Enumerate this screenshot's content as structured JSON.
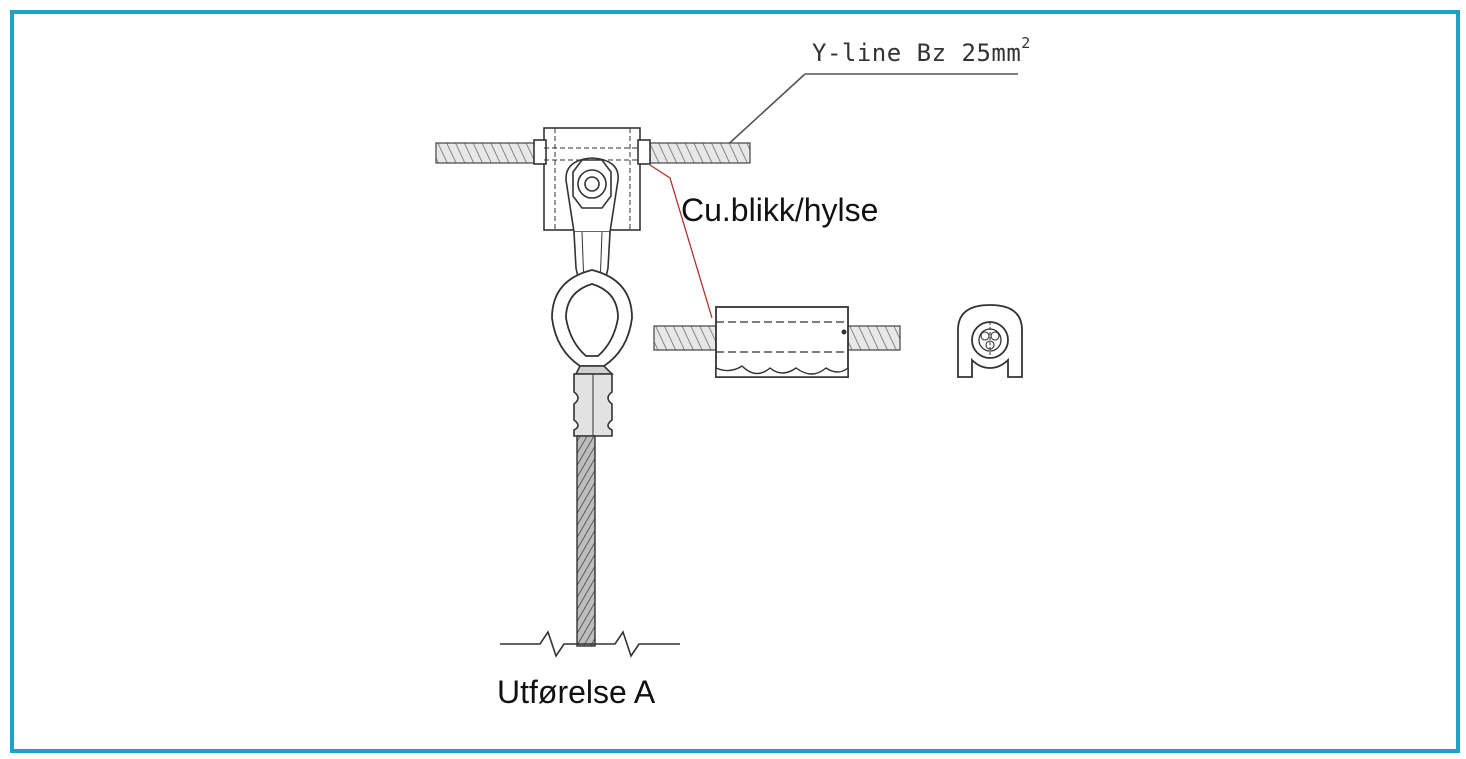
{
  "colors": {
    "frame": "#1aa3c4",
    "line": "#333333",
    "leader_red": "#b03030"
  },
  "labels": {
    "conductor_text": "Y-line Bz 25mm",
    "conductor_superscript": "2",
    "sleeve": "Cu.blikk/hylse",
    "variant": "Utførelse A"
  }
}
